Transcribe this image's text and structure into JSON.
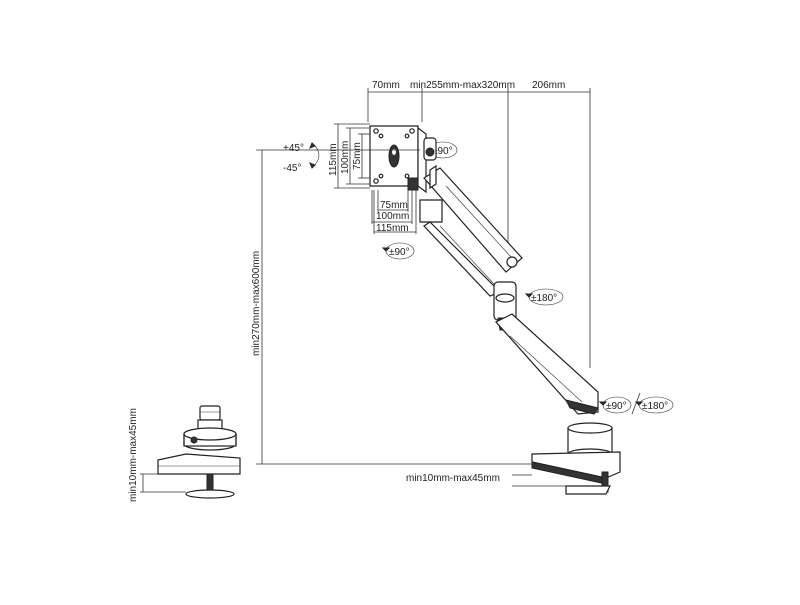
{
  "labels": {
    "top_70": "70mm",
    "top_arm": "min255mm-max320mm",
    "top_206": "206mm",
    "tilt_plus": "+45°",
    "tilt_minus": "-45°",
    "vesa_v115": "115mm",
    "vesa_v100": "100mm",
    "vesa_v75": "75mm",
    "vesa_h75": "75mm",
    "vesa_h100": "100mm",
    "vesa_h115": "115mm",
    "rot_head": "±90°",
    "rot_swivel": "±90°",
    "rot_elbow": "±180°",
    "rot_base_90": "±90°",
    "rot_base_180": "±180°",
    "height": "min270mm-max600mm",
    "clamp_side": "min10mm-max45mm",
    "clamp_bottom": "min10mm-max45mm"
  },
  "colors": {
    "line": "#222222",
    "fill": "#ffffff",
    "dark": "#333333"
  }
}
